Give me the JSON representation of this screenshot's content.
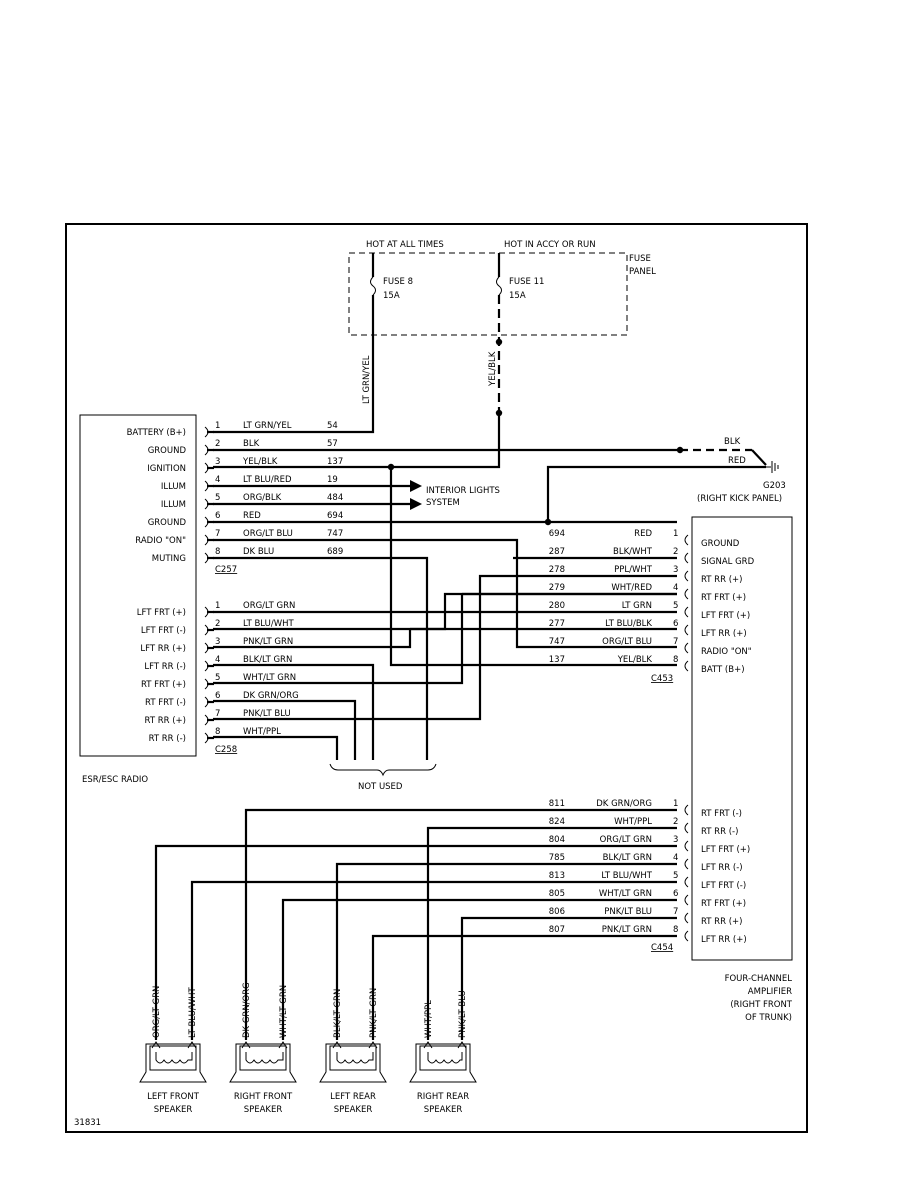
{
  "fuse_panel": {
    "hot_at_all_times": "HOT AT ALL TIMES",
    "hot_in_accy_or_run": "HOT IN ACCY OR RUN",
    "label": [
      "FUSE",
      "PANEL"
    ],
    "fuse_8": {
      "name": "FUSE 8",
      "rating": "15A"
    },
    "fuse_11": {
      "name": "FUSE 11",
      "rating": "15A"
    },
    "wire_fuse_8": "LT GRN/YEL",
    "wire_fuse_11": "YEL/BLK"
  },
  "radio": {
    "name": "ESR/ESC RADIO",
    "c257": {
      "connector": "C257",
      "pins": [
        {
          "func": "BATTERY (B+)",
          "pin": "1",
          "color": "LT GRN/YEL",
          "circuit": "54"
        },
        {
          "func": "GROUND",
          "pin": "2",
          "color": "BLK",
          "circuit": "57"
        },
        {
          "func": "IGNITION",
          "pin": "3",
          "color": "YEL/BLK",
          "circuit": "137"
        },
        {
          "func": "ILLUM",
          "pin": "4",
          "color": "LT BLU/RED",
          "circuit": "19"
        },
        {
          "func": "ILLUM",
          "pin": "5",
          "color": "ORG/BLK",
          "circuit": "484"
        },
        {
          "func": "GROUND",
          "pin": "6",
          "color": "RED",
          "circuit": "694"
        },
        {
          "func": "RADIO \"ON\"",
          "pin": "7",
          "color": "ORG/LT BLU",
          "circuit": "747"
        },
        {
          "func": "MUTING",
          "pin": "8",
          "color": "DK BLU",
          "circuit": "689"
        }
      ]
    },
    "c258": {
      "connector": "C258",
      "pins": [
        {
          "func": "LFT FRT (+)",
          "pin": "1",
          "color": "ORG/LT GRN"
        },
        {
          "func": "LFT FRT (-)",
          "pin": "2",
          "color": "LT BLU/WHT"
        },
        {
          "func": "LFT RR (+)",
          "pin": "3",
          "color": "PNK/LT GRN"
        },
        {
          "func": "LFT RR (-)",
          "pin": "4",
          "color": "BLK/LT GRN"
        },
        {
          "func": "RT FRT (+)",
          "pin": "5",
          "color": "WHT/LT GRN"
        },
        {
          "func": "RT FRT (-)",
          "pin": "6",
          "color": "DK GRN/ORG"
        },
        {
          "func": "RT RR (+)",
          "pin": "7",
          "color": "PNK/LT BLU"
        },
        {
          "func": "RT RR (-)",
          "pin": "8",
          "color": "WHT/PPL"
        }
      ]
    }
  },
  "interior_lights": [
    "INTERIOR LIGHTS",
    "SYSTEM"
  ],
  "ground": {
    "blk": "BLK",
    "red": "RED",
    "id": "G203",
    "location": "(RIGHT KICK PANEL)"
  },
  "not_used": "NOT USED",
  "amplifier": {
    "label": [
      "FOUR-CHANNEL",
      "AMPLIFIER",
      "(RIGHT FRONT",
      "OF TRUNK)"
    ],
    "c453": {
      "connector": "C453",
      "pins": [
        {
          "circuit": "694",
          "color": "RED",
          "pin": "1",
          "func": "GROUND"
        },
        {
          "circuit": "287",
          "color": "BLK/WHT",
          "pin": "2",
          "func": "SIGNAL GRD"
        },
        {
          "circuit": "278",
          "color": "PPL/WHT",
          "pin": "3",
          "func": "RT RR (+)"
        },
        {
          "circuit": "279",
          "color": "WHT/RED",
          "pin": "4",
          "func": "RT FRT (+)"
        },
        {
          "circuit": "280",
          "color": "LT GRN",
          "pin": "5",
          "func": "LFT FRT (+)"
        },
        {
          "circuit": "277",
          "color": "LT BLU/BLK",
          "pin": "6",
          "func": "LFT RR (+)"
        },
        {
          "circuit": "747",
          "color": "ORG/LT BLU",
          "pin": "7",
          "func": "RADIO \"ON\""
        },
        {
          "circuit": "137",
          "color": "YEL/BLK",
          "pin": "8",
          "func": "BATT (B+)"
        }
      ]
    },
    "c454": {
      "connector": "C454",
      "pins": [
        {
          "circuit": "811",
          "color": "DK GRN/ORG",
          "pin": "1",
          "func": "RT FRT (-)"
        },
        {
          "circuit": "824",
          "color": "WHT/PPL",
          "pin": "2",
          "func": "RT RR (-)"
        },
        {
          "circuit": "804",
          "color": "ORG/LT GRN",
          "pin": "3",
          "func": "LFT FRT (+)"
        },
        {
          "circuit": "785",
          "color": "BLK/LT GRN",
          "pin": "4",
          "func": "LFT RR (-)"
        },
        {
          "circuit": "813",
          "color": "LT BLU/WHT",
          "pin": "5",
          "func": "LFT FRT (-)"
        },
        {
          "circuit": "805",
          "color": "WHT/LT GRN",
          "pin": "6",
          "func": "RT FRT (+)"
        },
        {
          "circuit": "806",
          "color": "PNK/LT BLU",
          "pin": "7",
          "func": "RT RR (+)"
        },
        {
          "circuit": "807",
          "color": "PNK/LT GRN",
          "pin": "8",
          "func": "LFT RR (+)"
        }
      ]
    }
  },
  "speakers": [
    {
      "label": [
        "LEFT FRONT",
        "SPEAKER"
      ],
      "wires": [
        "ORG/LT GRN",
        "LT BLU/WHT"
      ]
    },
    {
      "label": [
        "RIGHT FRONT",
        "SPEAKER"
      ],
      "wires": [
        "DK GRN/ORG",
        "WHT/LT GRN"
      ]
    },
    {
      "label": [
        "LEFT REAR",
        "SPEAKER"
      ],
      "wires": [
        "BLK/LT GRN",
        "PNK/LT GRN"
      ]
    },
    {
      "label": [
        "RIGHT REAR",
        "SPEAKER"
      ],
      "wires": [
        "WHT/PPL",
        "PNK/LT BLU"
      ]
    }
  ],
  "figure_id": "31831"
}
